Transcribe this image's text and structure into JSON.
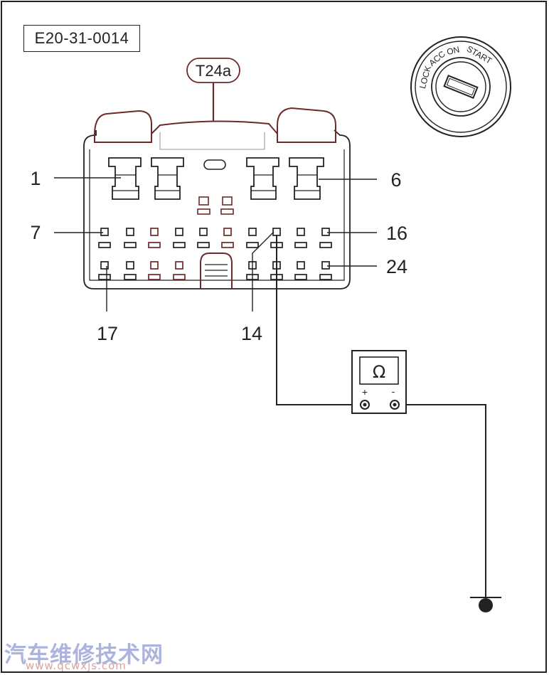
{
  "figure_code": "E20-31-0014",
  "connector": {
    "name": "T24a",
    "pin_labels": {
      "p1": "1",
      "p6": "6",
      "p7": "7",
      "p16": "16",
      "p24": "24",
      "p17": "17",
      "p14": "14"
    }
  },
  "ignition_switch": {
    "positions": [
      "LOCK",
      "ACC",
      "ON",
      "START"
    ]
  },
  "meter": {
    "symbol": "Ω",
    "plus": "+",
    "minus": "-"
  },
  "watermark": {
    "text": "汽车维修技术网",
    "url": "www.qcwxjs.com"
  },
  "colors": {
    "line": "#222222",
    "highlight": "#6e2a2a"
  }
}
